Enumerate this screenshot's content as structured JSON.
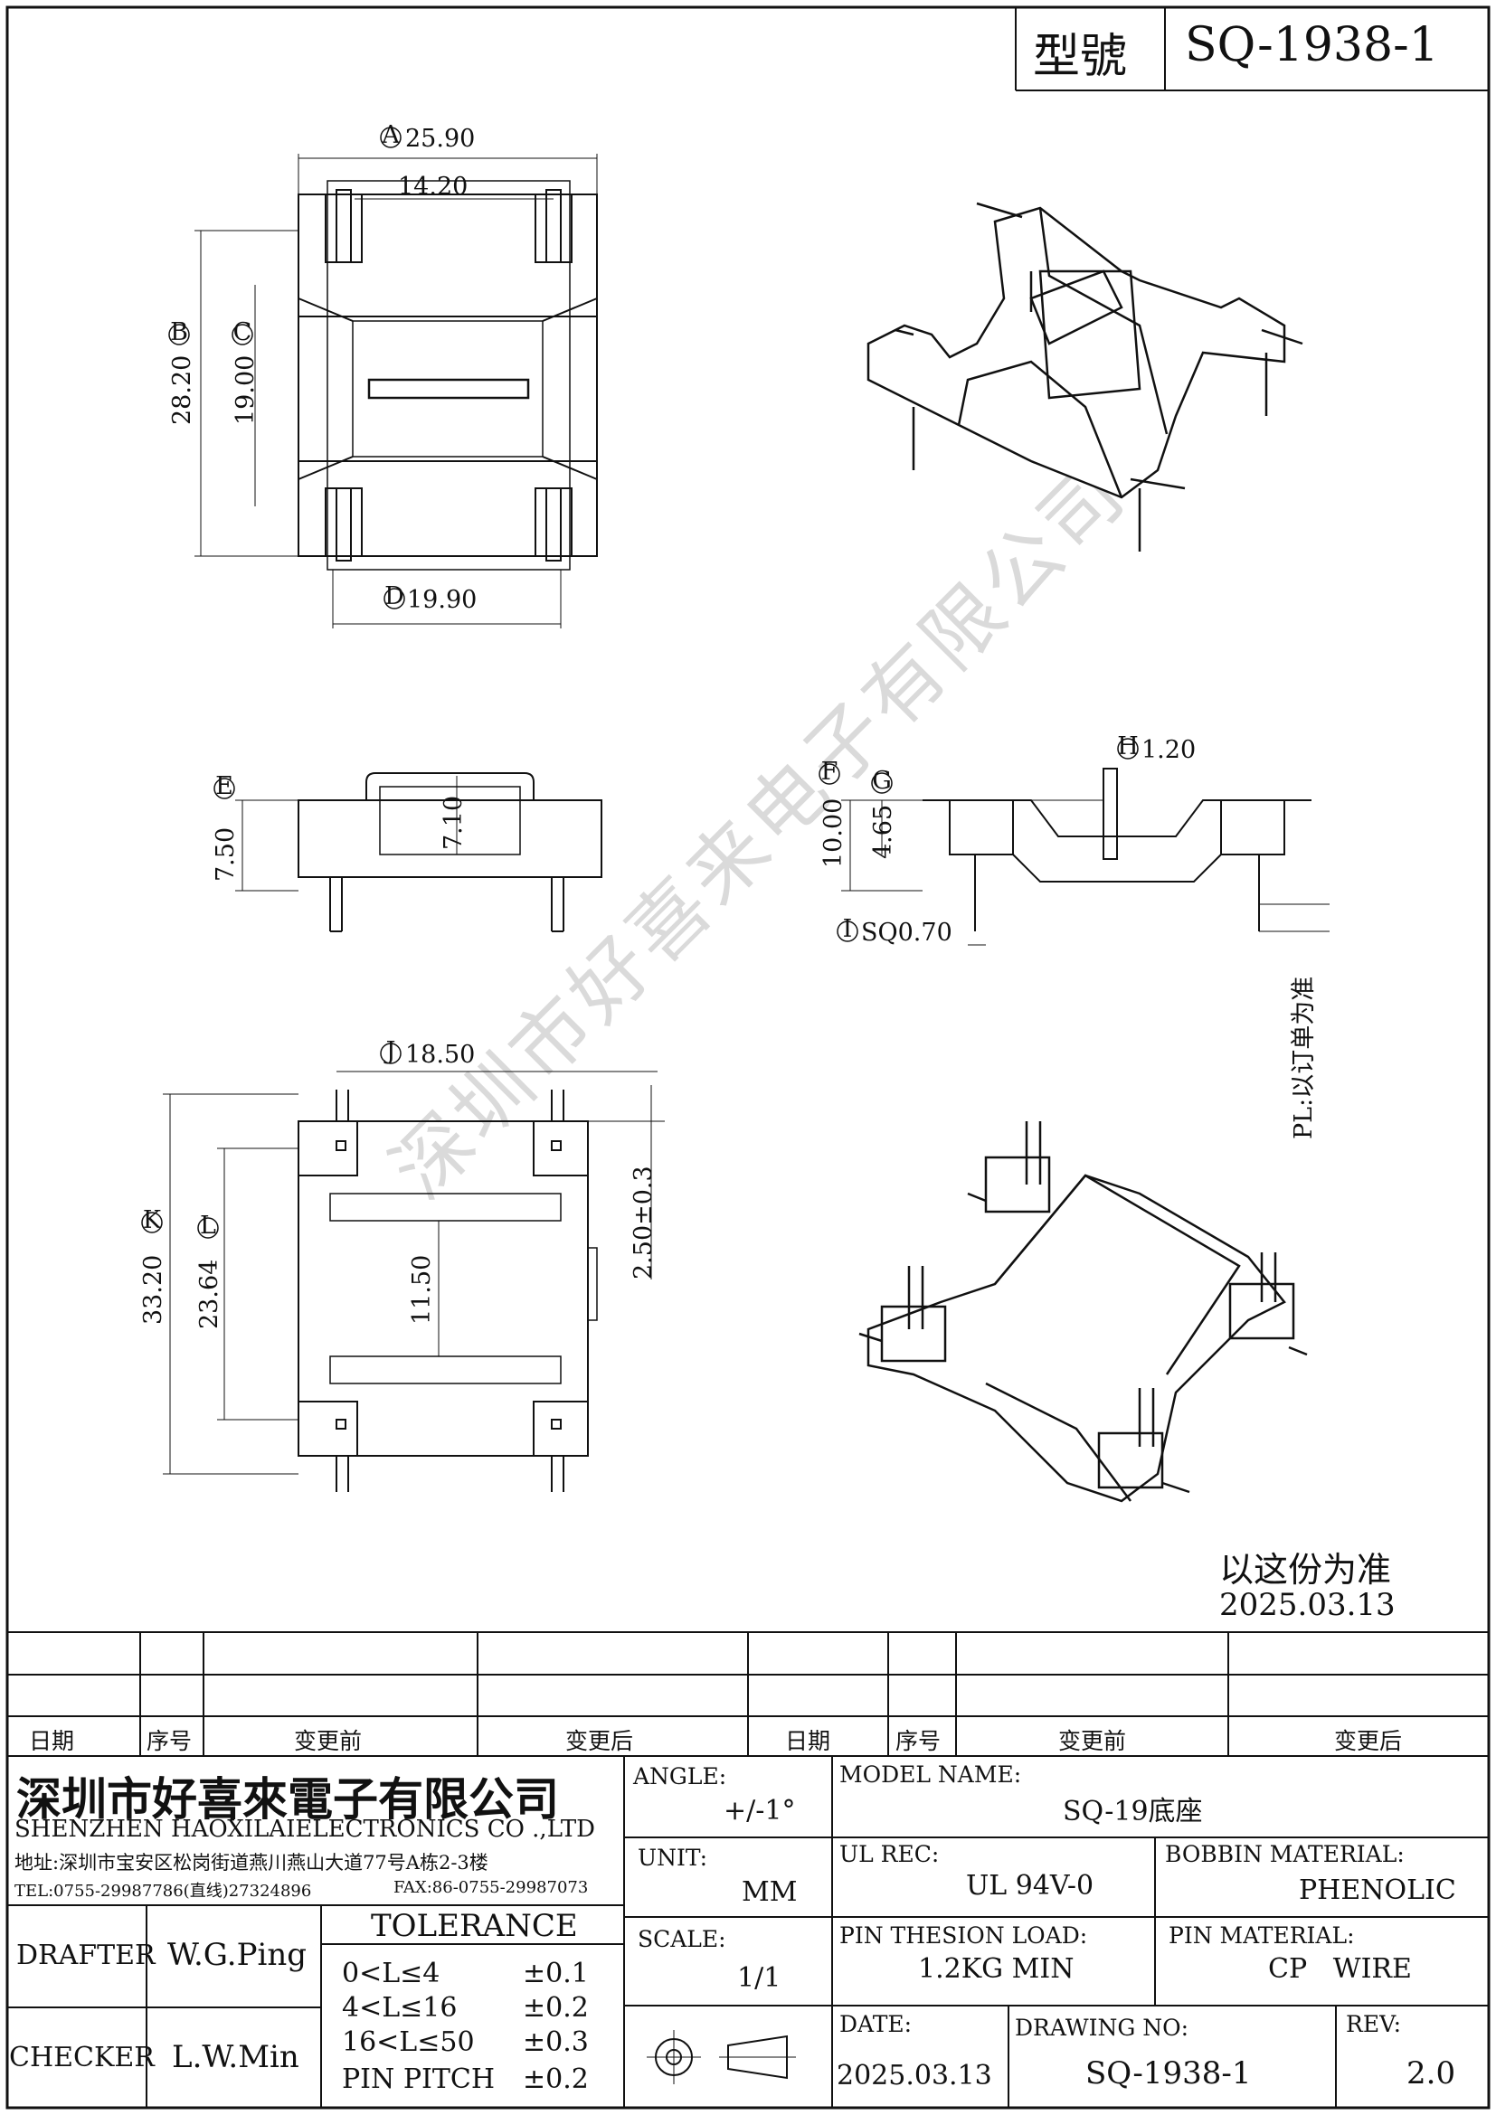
{
  "header": {
    "model_label": "型號",
    "model_value": "SQ-1938-1"
  },
  "dims": {
    "A": "25.90",
    "w1": "14.20",
    "B": "28.20",
    "C": "19.00",
    "D": "19.90",
    "E": "7.50",
    "h1": "7.10",
    "F": "10.00",
    "G": "4.65",
    "H": "1.20",
    "I": "SQ0.70",
    "J": "18.50",
    "K": "33.20",
    "L": "23.64",
    "h2": "11.50",
    "tol": "2.50±0.3"
  },
  "labels": {
    "A": "A",
    "B": "B",
    "C": "C",
    "D": "D",
    "E": "E",
    "F": "F",
    "G": "G",
    "H": "H",
    "I": "I",
    "J": "J",
    "K": "K",
    "L": "L"
  },
  "pl_note": "PL:以订单为准",
  "watermark": "深圳市好喜来电子有限公司",
  "approval": {
    "note": "以这份为准",
    "date": "2025.03.13"
  },
  "revision_table": {
    "headers": [
      "日期",
      "序号",
      "变更前",
      "变更后",
      "日期",
      "序号",
      "变更前",
      "变更后"
    ]
  },
  "company": {
    "name_cn": "深圳市好喜來電子有限公司",
    "name_en": "SHENZHEN HAOXILAIELECTRONICS CO .,LTD",
    "address": "地址:深圳市宝安区松岗街道燕川燕山大道77号A栋2-3楼",
    "tel": "TEL:0755-29987786(直线)27324896",
    "fax": "FAX:86-0755-29987073"
  },
  "drafter": {
    "label": "DRAFTER",
    "name": "W.G.Ping"
  },
  "checker": {
    "label": "CHECKER",
    "name": "L.W.Min"
  },
  "tolerance": {
    "title": "TOLERANCE",
    "rows": [
      {
        "range": "0<L≤4",
        "value": "±0.1"
      },
      {
        "range": "4<L≤16",
        "value": "±0.2"
      },
      {
        "range": "16<L≤50",
        "value": "±0.3"
      },
      {
        "range": "PIN PITCH",
        "value": "±0.2"
      }
    ]
  },
  "angle": {
    "label": "ANGLE:",
    "value": "+/-1°"
  },
  "unit": {
    "label": "UNIT:",
    "value": "MM"
  },
  "scale": {
    "label": "SCALE:",
    "value": "1/1"
  },
  "model_name": {
    "label": "MODEL NAME:",
    "value": "SQ-19底座"
  },
  "ul_rec": {
    "label": "UL REC:",
    "value": "UL 94V-0"
  },
  "bobbin_material": {
    "label": "BOBBIN MATERIAL:",
    "value": "PHENOLIC"
  },
  "pin_thesion": {
    "label": "PIN THESION LOAD:",
    "value": "1.2KG MIN"
  },
  "pin_material": {
    "label": "PIN MATERIAL:",
    "value": "CP   WIRE"
  },
  "date": {
    "label": "DATE:",
    "value": "2025.03.13"
  },
  "drawing_no": {
    "label": "DRAWING NO:",
    "value": "SQ-1938-1"
  },
  "rev": {
    "label": "REV:",
    "value": "2.0"
  }
}
